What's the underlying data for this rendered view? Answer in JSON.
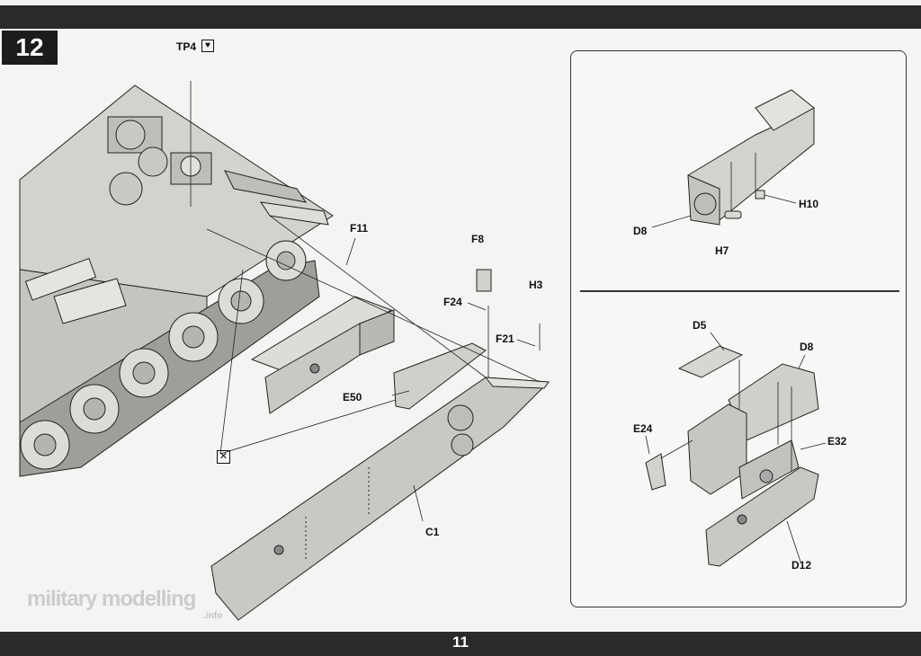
{
  "step": {
    "number": "12"
  },
  "page": {
    "number": "11"
  },
  "main_labels": {
    "tp4": "TP4",
    "f11": "F11",
    "f8": "F8",
    "f24": "F24",
    "h3": "H3",
    "f21": "F21",
    "e50": "E50",
    "c1": "C1"
  },
  "inset_top": {
    "d8": "D8",
    "h10": "H10",
    "h7": "H7"
  },
  "inset_bottom": {
    "d5": "D5",
    "d8": "D8",
    "e24": "E24",
    "e32": "E32",
    "d12": "D12"
  },
  "watermark": {
    "text": "military modelling",
    "sub": ".info"
  },
  "icons": {
    "tp_icon": "heart-icon",
    "cement_icon": "no-glue-icon"
  },
  "colors": {
    "band": "#2a2a2a",
    "part_fill": "#cfcfcb",
    "line": "#222222"
  }
}
